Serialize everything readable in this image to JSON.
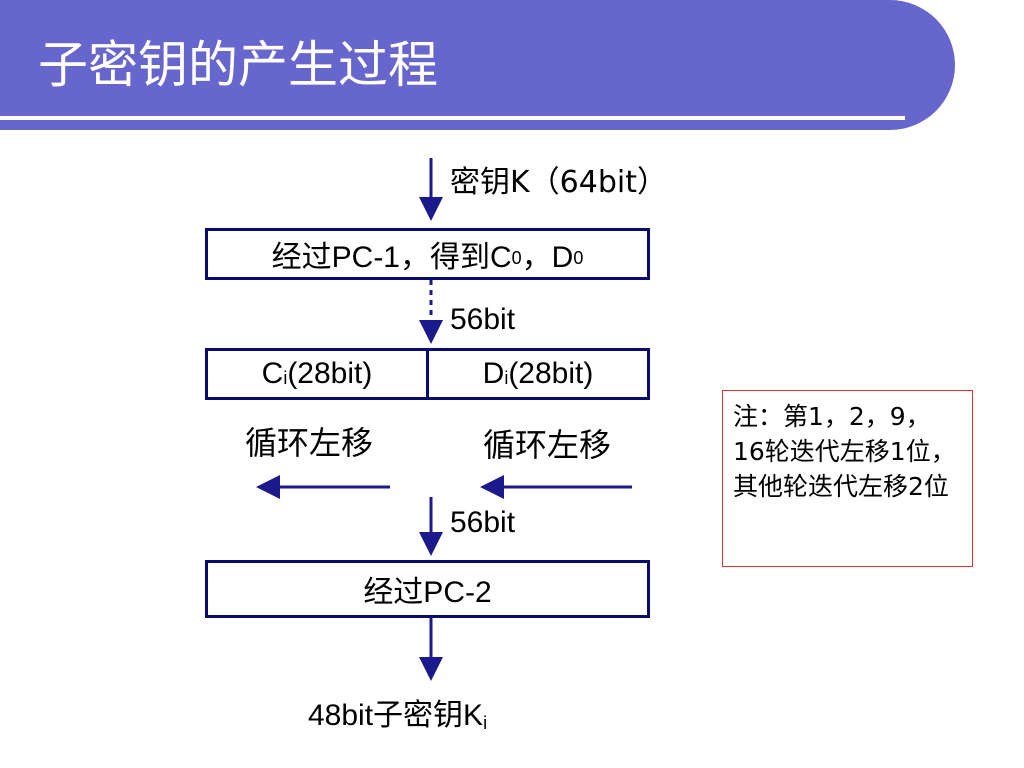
{
  "slide": {
    "title": "子密钥的产生过程"
  },
  "diagram": {
    "input_label": "密钥K（64bit）",
    "pc1_box": {
      "text": "经过PC-1，得到C",
      "sub1": "0",
      "mid": "，D",
      "sub2": "0"
    },
    "bits_after_pc1": "56bit",
    "c_half": {
      "prefix": "C",
      "sub": "i",
      "suffix": "(28bit)"
    },
    "d_half": {
      "prefix": "D",
      "sub": "i",
      "suffix": "(28bit)"
    },
    "left_shift_label_c": "循环左移",
    "left_shift_label_d": "循环左移",
    "bits_before_pc2": "56bit",
    "pc2_box": "经过PC-2",
    "output": {
      "prefix": "48bit子密钥K",
      "sub": "i"
    }
  },
  "note": {
    "text": "注：第1，2，9，16轮迭代左移1位，其他轮迭代左移2位"
  },
  "colors": {
    "title_bar": "#6666cc",
    "box_border": "#0b0b6e",
    "arrow": "#1a1a8c",
    "note_border": "#e03030"
  }
}
